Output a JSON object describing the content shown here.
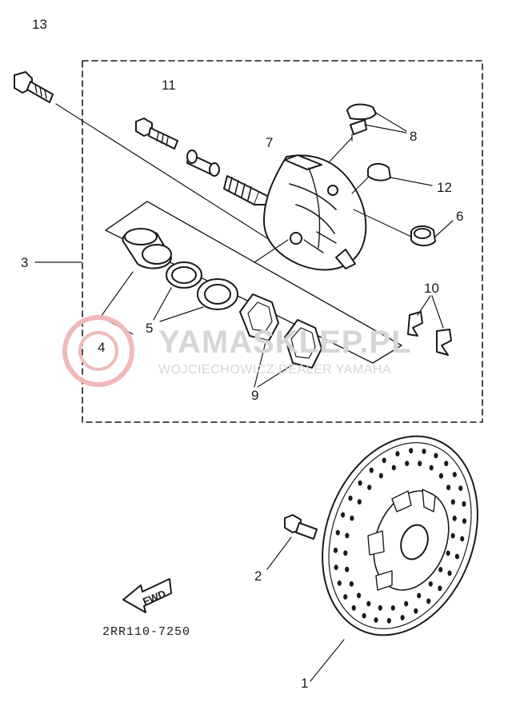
{
  "callouts": {
    "c1": "1",
    "c2": "2",
    "c3": "3",
    "c4": "4",
    "c5": "5",
    "c6": "6",
    "c7": "7",
    "c8": "8",
    "c9": "9",
    "c10": "10",
    "c11": "11",
    "c12": "12",
    "c13": "13"
  },
  "arrow_label": "FWD",
  "part_code": "2RR110-7250",
  "watermark": {
    "title": "YAMASKLEP.PL",
    "subtitle": "WOJCIECHOWICZ DEALER YAMAHA"
  },
  "colors": {
    "ink": "#1a1a1a",
    "watermark_logo": "#f2b8b8",
    "watermark_text": "#d6d6d6"
  }
}
